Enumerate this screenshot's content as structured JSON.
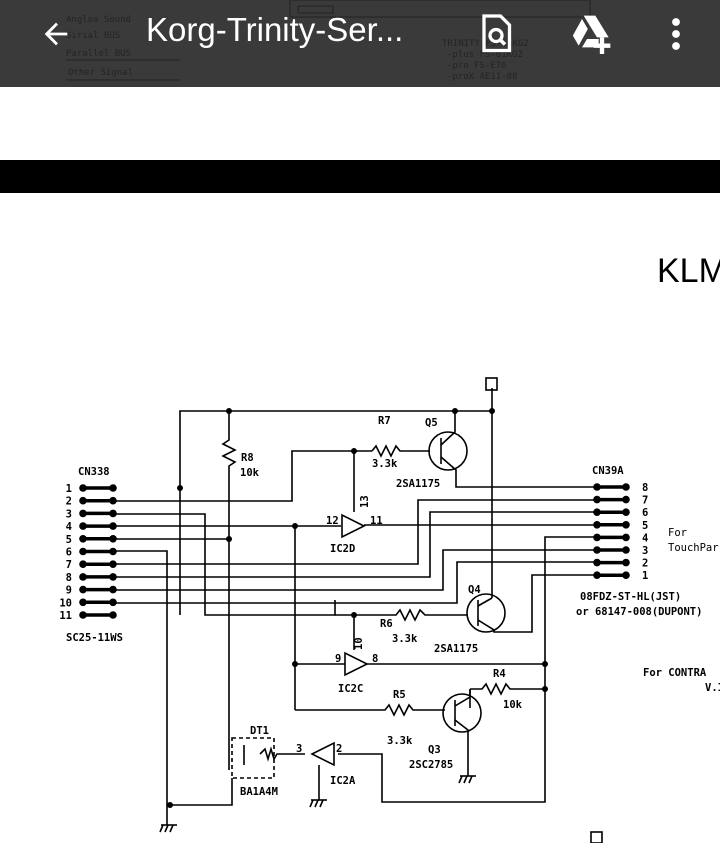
{
  "app_bar": {
    "title": "Korg-Trinity-Ser...",
    "icons": [
      "back-arrow-icon",
      "find-in-document-icon",
      "add-to-drive-icon",
      "more-vert-icon"
    ],
    "background_scan": {
      "legend": [
        "Angloa Sound",
        "Sirial BUS",
        "Parallel BUS",
        "Other Signal"
      ],
      "models": [
        "TRINITY  FS-61KG2",
        "-plus   FS-61KG2",
        "-pro    FS-E76",
        "-proX   AE11-88"
      ]
    }
  },
  "page": {
    "heading_partial": "KLM",
    "schematic": {
      "left_connector": {
        "name": "CN338",
        "part": "SC25-11WS",
        "pins": [
          "1",
          "2",
          "3",
          "4",
          "5",
          "6",
          "7",
          "8",
          "9",
          "10",
          "11"
        ]
      },
      "right_connector": {
        "name": "CN39A",
        "part_line1": "08FDZ-ST-HL(JST)",
        "part_line2": "or 68147-008(DUPONT)",
        "pins": [
          "8",
          "7",
          "6",
          "5",
          "4",
          "3",
          "2",
          "1"
        ]
      },
      "labels": {
        "r7": "R7",
        "r7_val": "3.3k",
        "q5": "Q5",
        "q5_part": "2SA1175",
        "r8": "R8",
        "r8_val": "10k",
        "ic2d": "IC2D",
        "ic2d_p12": "12",
        "ic2d_p11": "11",
        "ic2d_p13": "13",
        "q4": "Q4",
        "q4_part": "2SA1175",
        "r6": "R6",
        "r6_val": "3.3k",
        "ic2c": "IC2C",
        "ic2c_p9": "9",
        "ic2c_p8": "8",
        "ic2c_p10": "10",
        "r4": "R4",
        "r4_val": "10k",
        "r5": "R5",
        "r5_val": "3.3k",
        "q3": "Q3",
        "q3_part": "2SC2785",
        "dt1": "DT1",
        "dt1_part": "BA1A4M",
        "ic2a": "IC2A",
        "ic2a_p3": "3",
        "ic2a_p2": "2",
        "for_touch1": "For",
        "for_touch2": "TouchPar",
        "for_contra1": "For  CONTRA",
        "for_contra2": "V.I"
      }
    }
  }
}
